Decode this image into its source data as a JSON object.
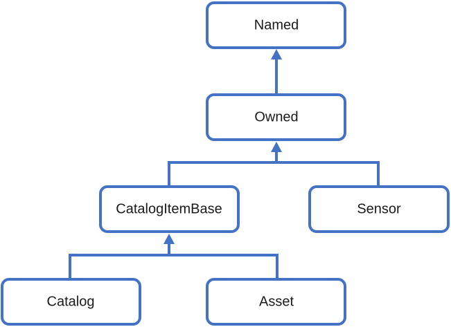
{
  "colors": {
    "stroke": "#4472C4",
    "background": "#FFFFFF",
    "text": "#1A1A1A"
  },
  "nodes": {
    "named": "Named",
    "owned": "Owned",
    "catalog_item_base": "CatalogItemBase",
    "sensor": "Sensor",
    "catalog": "Catalog",
    "asset": "Asset"
  },
  "relations": [
    {
      "child": "owned",
      "parent": "named"
    },
    {
      "child": "catalog_item_base",
      "parent": "owned"
    },
    {
      "child": "sensor",
      "parent": "owned"
    },
    {
      "child": "catalog",
      "parent": "catalog_item_base"
    },
    {
      "child": "asset",
      "parent": "catalog_item_base"
    }
  ]
}
